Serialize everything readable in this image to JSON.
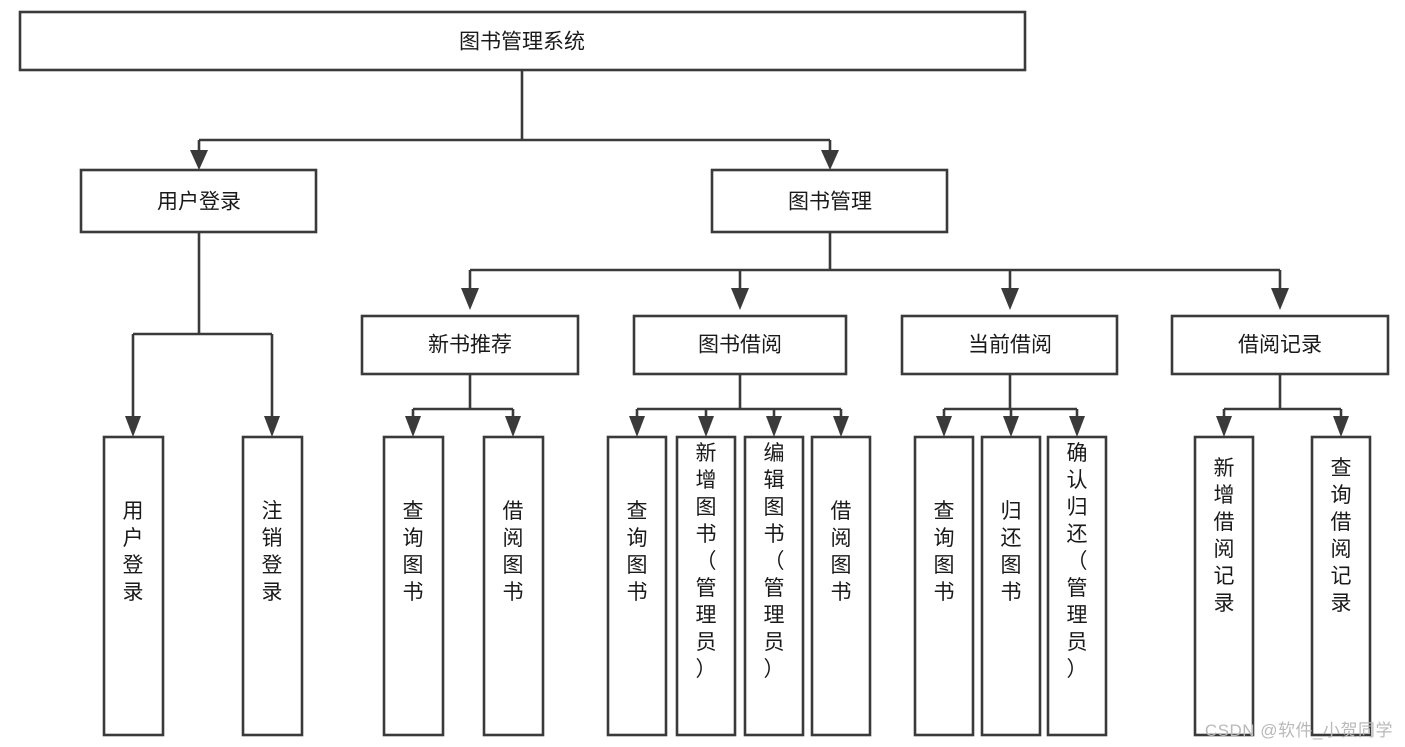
{
  "diagram": {
    "type": "tree",
    "title": "图书管理系统",
    "watermark": "CSDN @软件_小贺同学",
    "colors": {
      "stroke": "#3a3a3a",
      "fill": "#ffffff",
      "text": "#1a1a1a",
      "watermark": "#b9b9b9"
    },
    "root": {
      "label": "图书管理系统"
    },
    "level2": [
      {
        "label": "用户登录"
      },
      {
        "label": "图书管理"
      }
    ],
    "level3": [
      {
        "label": "新书推荐"
      },
      {
        "label": "图书借阅"
      },
      {
        "label": "当前借阅"
      },
      {
        "label": "借阅记录"
      }
    ],
    "leaves": {
      "user_login": [
        {
          "label": "用户登录"
        },
        {
          "label": "注销登录"
        }
      ],
      "new_books": [
        {
          "label": "查询图书"
        },
        {
          "label": "借阅图书"
        }
      ],
      "book_borrow": [
        {
          "label": "查询图书"
        },
        {
          "label": "新增图书（管理员）"
        },
        {
          "label": "编辑图书（管理员）"
        },
        {
          "label": "借阅图书"
        }
      ],
      "current_borrow": [
        {
          "label": "查询图书"
        },
        {
          "label": "归还图书"
        },
        {
          "label": "确认归还（管理员）"
        }
      ],
      "borrow_records": [
        {
          "label": "新增借阅记录"
        },
        {
          "label": "查询借阅记录"
        }
      ]
    }
  }
}
